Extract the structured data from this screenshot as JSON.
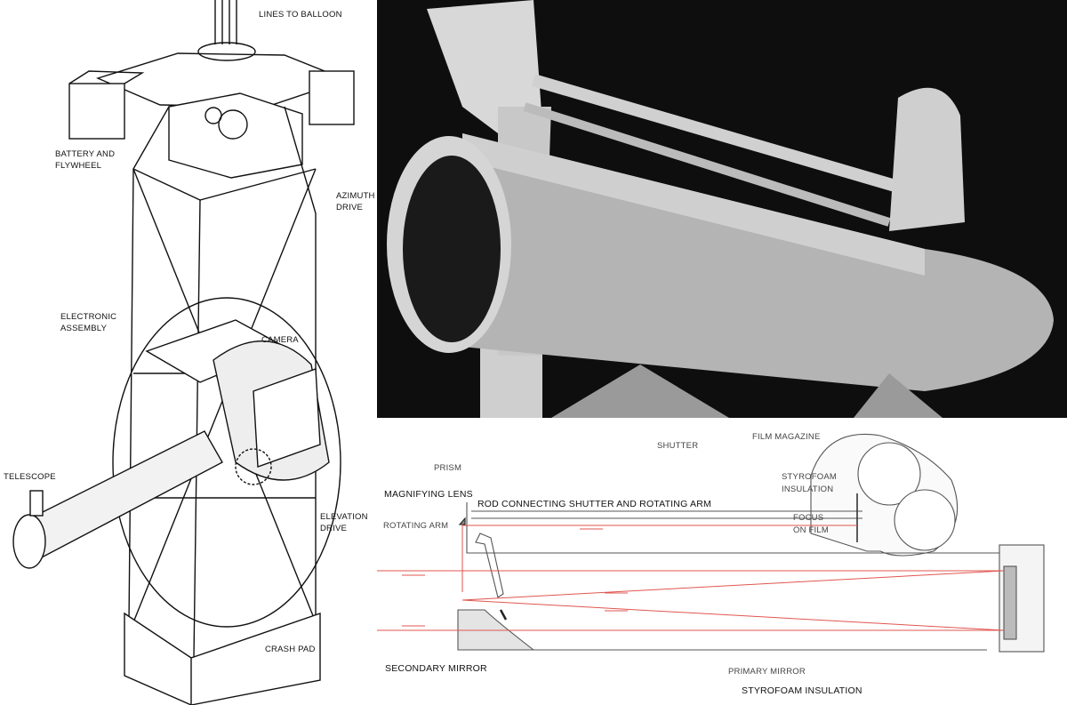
{
  "left_diagram": {
    "labels": {
      "lines_to_balloon": "LINES TO BALLOON",
      "battery_1": "BATTERY AND",
      "battery_2": "FLYWHEEL",
      "azimuth_1": "AZIMUTH",
      "azimuth_2": "DRIVE",
      "electronic_1": "ELECTRONIC",
      "electronic_2": "ASSEMBLY",
      "camera": "CAMERA",
      "telescope": "TELESCOPE",
      "elevation_1": "ELEVATION",
      "elevation_2": "DRIVE",
      "crash_pad": "CRASH PAD"
    }
  },
  "photo": {
    "subject": "telescope-photo"
  },
  "cross_section": {
    "labels": {
      "shutter": "SHUTTER",
      "film_magazine": "FILM MAGAZINE",
      "styrofoam_top_1": "STYROFOAM",
      "styrofoam_top_2": "INSULATION",
      "prism": "PRISM",
      "magnifying_lens": "MAGNIFYING LENS",
      "rod": "ROD CONNECTING SHUTTER AND ROTATING ARM",
      "rotating_arm": "ROTATING ARM",
      "focus_1": "FOCUS",
      "focus_2": "ON FILM",
      "secondary_mirror": "SECONDARY MIRROR",
      "primary_mirror": "PRIMARY MIRROR",
      "styrofoam_bottom": "STYROFOAM INSULATION"
    },
    "colors": {
      "light_ray": "#e0564f",
      "line": "#555555"
    }
  }
}
